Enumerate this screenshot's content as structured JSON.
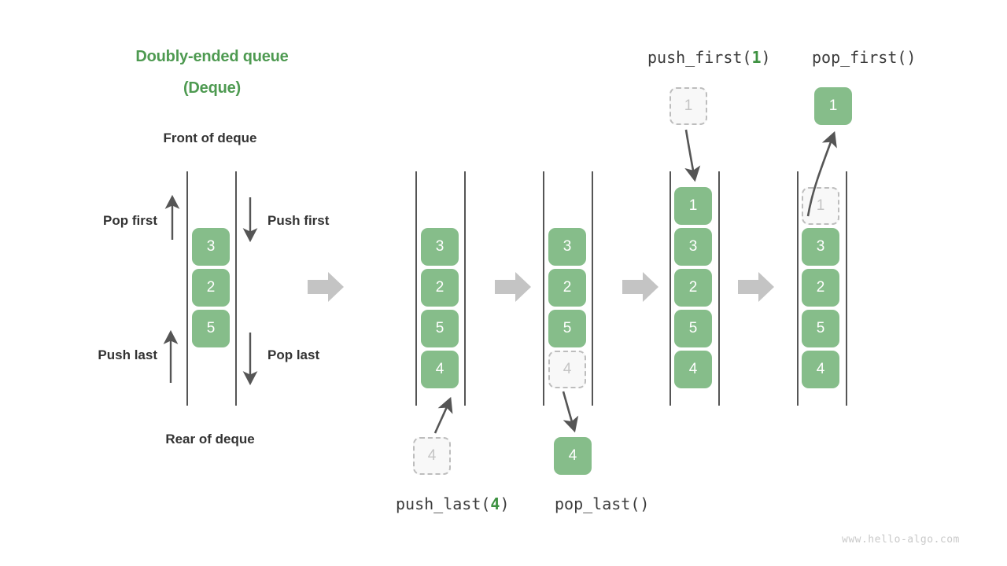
{
  "title": {
    "line1": "Doubly-ended queue",
    "line2": "(Deque)",
    "color": "#4e9a51"
  },
  "labels": {
    "front_of_deque": "Front of deque",
    "rear_of_deque": "Rear of deque",
    "pop_first": "Pop first",
    "push_first": "Push first",
    "push_last": "Push last",
    "pop_last": "Pop last"
  },
  "operations": {
    "push_first_prefix": "push_first(",
    "push_first_value": "1",
    "push_first_suffix": ")",
    "pop_first": "pop_first()",
    "push_last_prefix": "push_last(",
    "push_last_value": "4",
    "push_last_suffix": ")",
    "pop_last": "pop_last()"
  },
  "watermark": "www.hello-algo.com",
  "colors": {
    "accent_green": "#86bd8a",
    "title_green": "#4e9a51",
    "code_green": "#3d9141",
    "rail": "#555555",
    "arrow": "#555555",
    "block_arrow": "#c4c4c4",
    "ghost_fill": "#f8f8f8",
    "ghost_border": "#bdbdbd",
    "ghost_text": "#c4c4c4",
    "text_dark": "#333333",
    "watermark": "#c9c9c9"
  },
  "columns": [
    {
      "id": "deque-overview",
      "nodes": [
        {
          "value": "3",
          "state": "solid"
        },
        {
          "value": "2",
          "state": "solid"
        },
        {
          "value": "5",
          "state": "solid"
        }
      ],
      "floating": []
    },
    {
      "id": "after-push-last",
      "nodes": [
        {
          "value": "3",
          "state": "solid"
        },
        {
          "value": "2",
          "state": "solid"
        },
        {
          "value": "5",
          "state": "solid"
        },
        {
          "value": "4",
          "state": "solid"
        }
      ],
      "floating": [
        {
          "value": "4",
          "state": "ghost",
          "position": "below"
        }
      ]
    },
    {
      "id": "before-pop-last",
      "nodes": [
        {
          "value": "3",
          "state": "solid"
        },
        {
          "value": "2",
          "state": "solid"
        },
        {
          "value": "5",
          "state": "solid"
        },
        {
          "value": "4",
          "state": "ghost"
        }
      ],
      "floating": [
        {
          "value": "4",
          "state": "solid",
          "position": "below"
        }
      ]
    },
    {
      "id": "after-push-first",
      "nodes": [
        {
          "value": "1",
          "state": "solid"
        },
        {
          "value": "3",
          "state": "solid"
        },
        {
          "value": "2",
          "state": "solid"
        },
        {
          "value": "5",
          "state": "solid"
        },
        {
          "value": "4",
          "state": "solid"
        }
      ],
      "floating": [
        {
          "value": "1",
          "state": "ghost",
          "position": "above"
        }
      ]
    },
    {
      "id": "before-pop-first",
      "nodes": [
        {
          "value": "1",
          "state": "ghost"
        },
        {
          "value": "3",
          "state": "solid"
        },
        {
          "value": "2",
          "state": "solid"
        },
        {
          "value": "5",
          "state": "solid"
        },
        {
          "value": "4",
          "state": "solid"
        }
      ],
      "floating": [
        {
          "value": "1",
          "state": "solid",
          "position": "above"
        }
      ]
    }
  ],
  "step_arrows": [
    {
      "id": "step-arrow-1"
    },
    {
      "id": "step-arrow-2"
    },
    {
      "id": "step-arrow-3"
    },
    {
      "id": "step-arrow-4"
    }
  ]
}
